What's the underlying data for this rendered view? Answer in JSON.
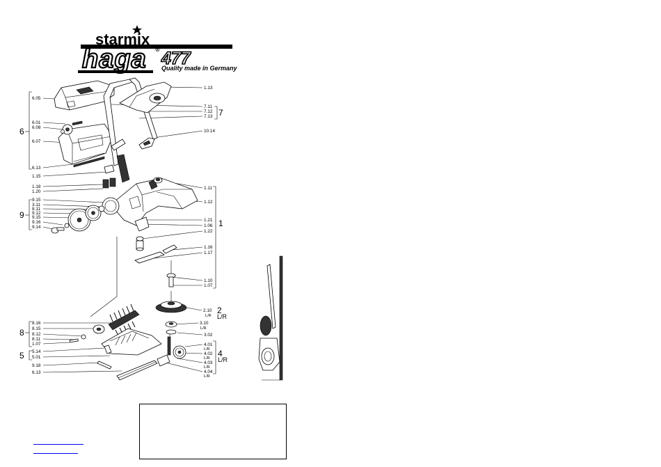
{
  "logo": {
    "brand": "starmix",
    "model": "haga",
    "number": "477",
    "reg": "®",
    "tagline": "Quality made in Germany"
  },
  "groups": [
    {
      "id": "6",
      "label": "6"
    },
    {
      "id": "7",
      "label": "7"
    },
    {
      "id": "9",
      "label": "9"
    },
    {
      "id": "1",
      "label": "1"
    },
    {
      "id": "2",
      "label": "2",
      "suffix": "L/R"
    },
    {
      "id": "8",
      "label": "8"
    },
    {
      "id": "5",
      "label": "5"
    },
    {
      "id": "4",
      "label": "4",
      "suffix": "L/R"
    }
  ],
  "labels": {
    "l605": "6.05",
    "l601": "6.01",
    "l608": "6.08",
    "l607": "6.07",
    "l613a": "6.13",
    "l115": "1.15",
    "l118": "1.18",
    "l120": "1.20",
    "l915a": "9.15",
    "l311": "3.11",
    "l811": "8.11",
    "l912": "9.12",
    "l915b": "9.15",
    "l916": "9.16",
    "l914": "9.14",
    "l113": "1.13",
    "l711": "7.11",
    "l712": "7.12",
    "l713": "7.13",
    "l1014": "10.14",
    "l111": "1.11",
    "l112": "1.12",
    "l121": "1.21",
    "l106": "1.06",
    "l122": "1.22",
    "l116": "1.16",
    "l117": "1.17",
    "l110": "1.10",
    "l107a": "1.07",
    "l210": "2.10",
    "l210lr": "L/R",
    "l310": "3.10",
    "l310lr": "L/R",
    "l302": "3.02",
    "l401": "4.01",
    "l401lr": "L/R",
    "l402": "4.02",
    "l402lr": "L/R",
    "l403": "4.03",
    "l403lr": "L/R",
    "l404": "4.04",
    "l404lr": "L/R",
    "l816": "8.16",
    "l815": "8.15",
    "l812": "8.12",
    "l811b": "8.11",
    "l107b": "1.07",
    "l514": "5.14",
    "l501": "5.01",
    "l918": "9.18",
    "l613b": "6.13"
  },
  "links": [
    {
      "name": "link-1",
      "text": ""
    },
    {
      "name": "link-2",
      "text": ""
    }
  ],
  "colors": {
    "line": "#000000",
    "link": "#0000ee",
    "background": "#ffffff"
  }
}
